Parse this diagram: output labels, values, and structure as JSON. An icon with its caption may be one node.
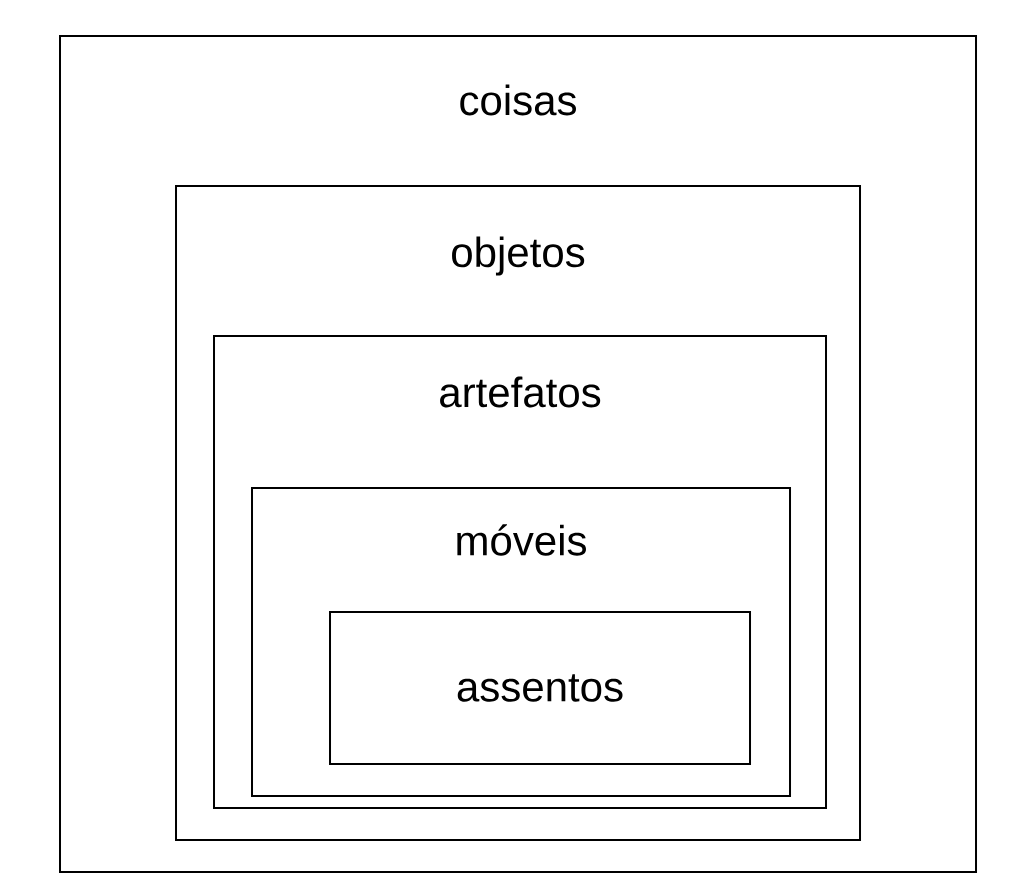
{
  "diagram": {
    "nodes": [
      {
        "text": [
          "coisas"
        ]
      },
      {
        "text": [
          "objetos"
        ],
        "in": 0
      },
      {
        "text": [
          "artefatos"
        ],
        "in": 1
      },
      {
        "text": [
          "móveis"
        ],
        "in": 2
      },
      {
        "text": [
          "assentos"
        ],
        "in": 3
      }
    ]
  }
}
